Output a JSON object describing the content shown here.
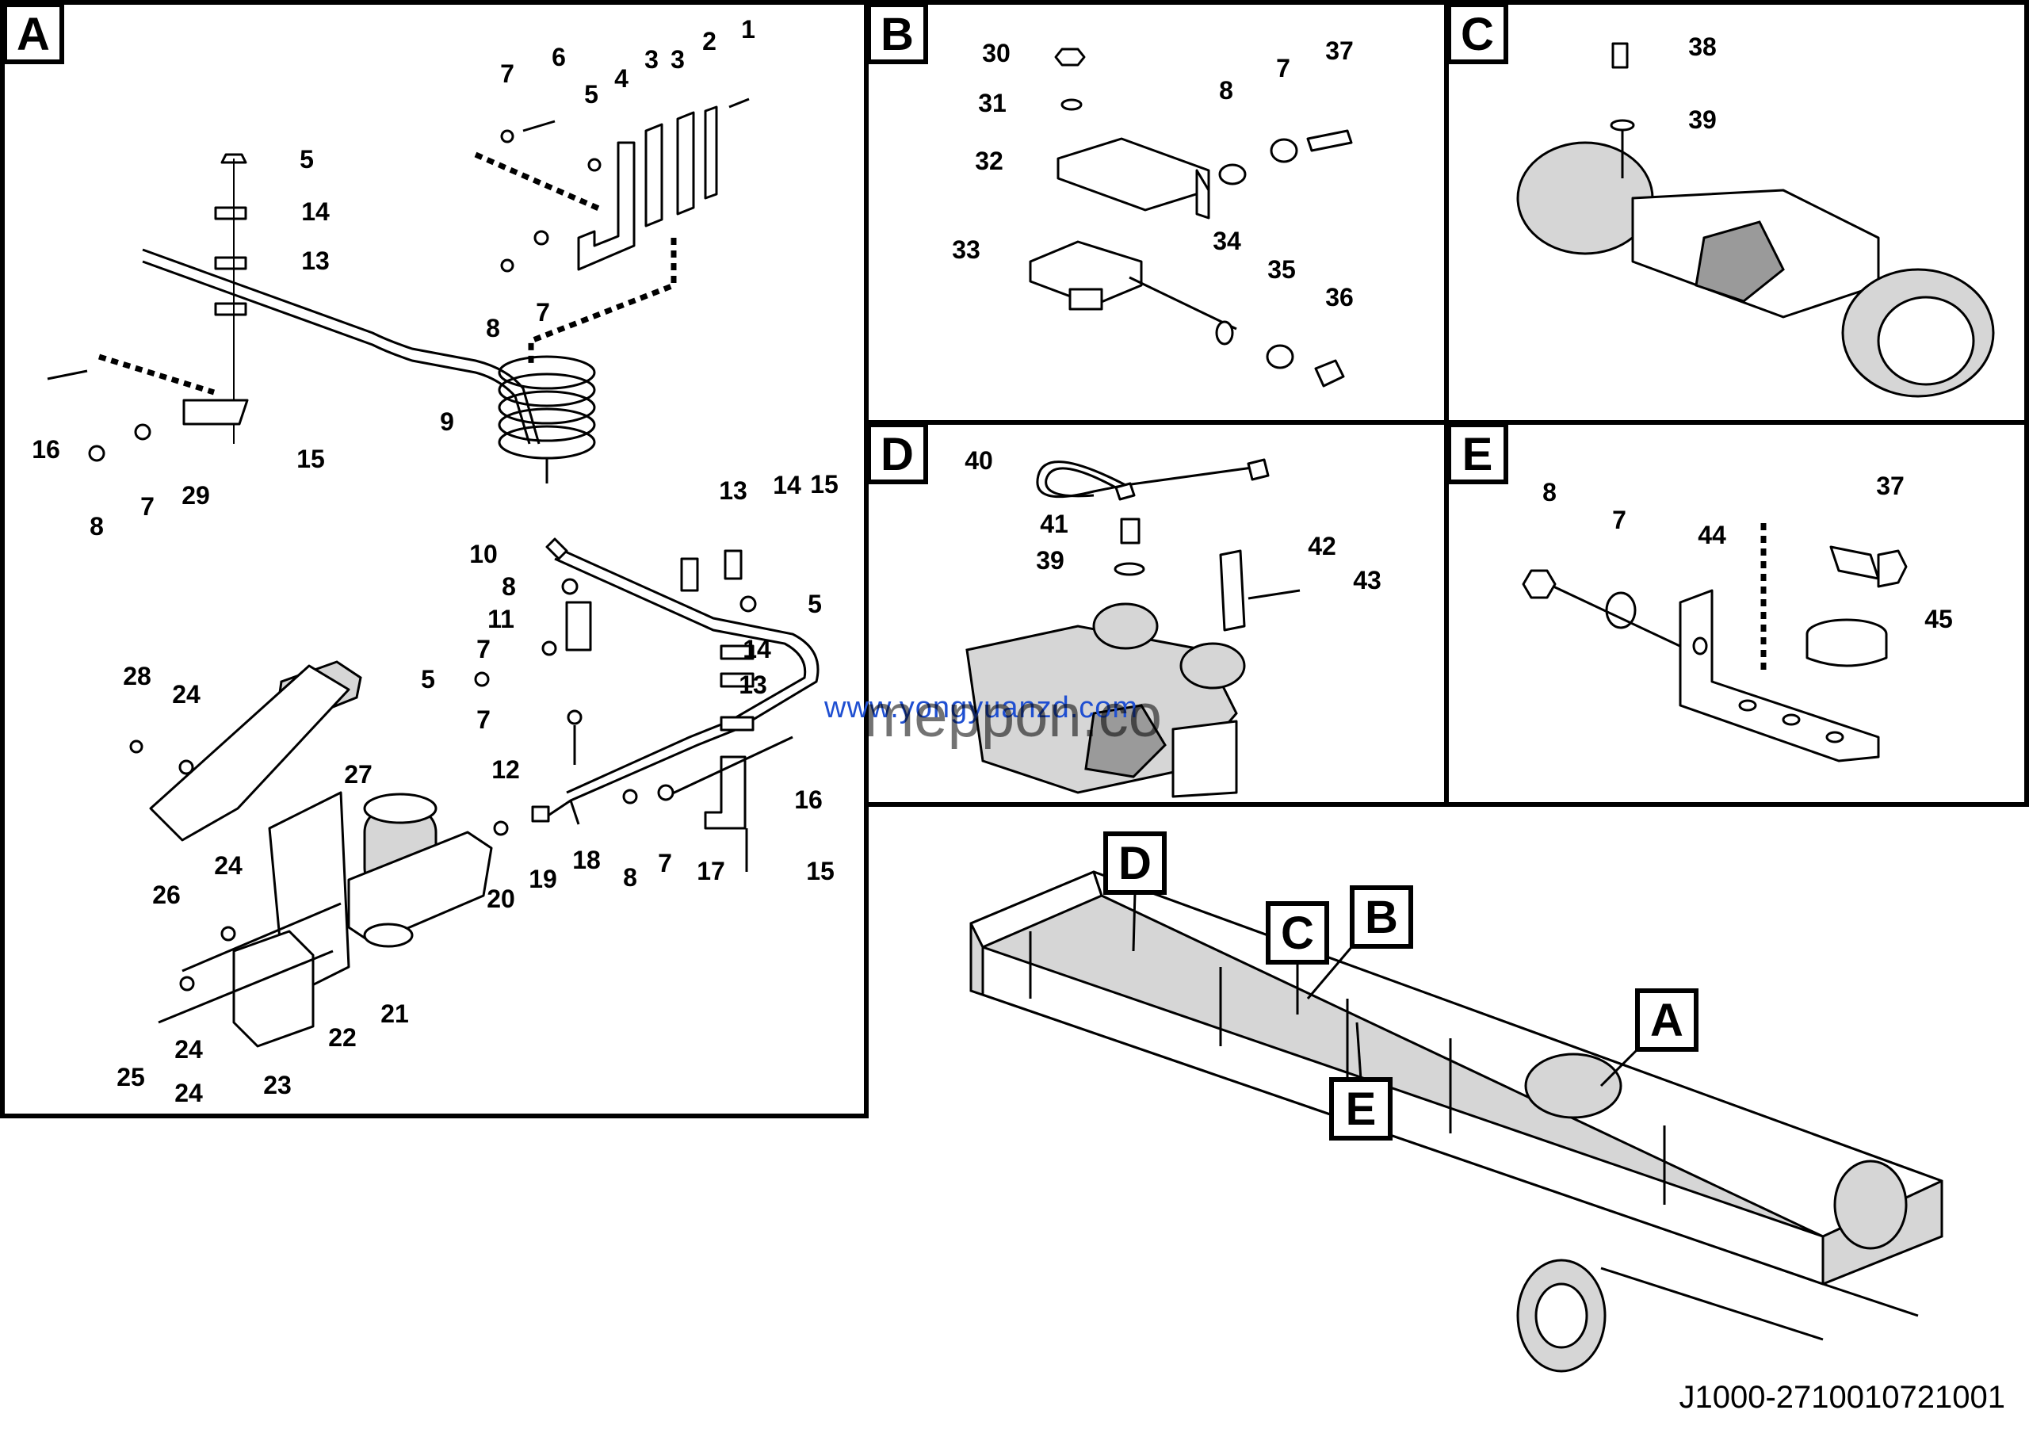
{
  "figure": {
    "drawing_code": "J1000-2710010721001",
    "watermark": "www.yongyuanzd.com",
    "watermark_logo": "meppon.co"
  },
  "panels": {
    "A": {
      "tag": "A",
      "labels": [
        "1",
        "2",
        "3",
        "3",
        "4",
        "5",
        "6",
        "7",
        "7",
        "8",
        "5",
        "14",
        "13",
        "9",
        "16",
        "8",
        "7",
        "29",
        "15",
        "10",
        "8",
        "11",
        "13",
        "14",
        "15",
        "5",
        "7",
        "5",
        "14",
        "13",
        "7",
        "12",
        "28",
        "24",
        "27",
        "19",
        "18",
        "20",
        "8",
        "7",
        "17",
        "16",
        "15",
        "26",
        "24",
        "24",
        "21",
        "22",
        "25",
        "24",
        "23"
      ]
    },
    "B": {
      "tag": "B",
      "labels": [
        "30",
        "31",
        "32",
        "8",
        "7",
        "37",
        "33",
        "34",
        "35",
        "36"
      ]
    },
    "C": {
      "tag": "C",
      "labels": [
        "38",
        "39"
      ]
    },
    "D": {
      "tag": "D",
      "labels": [
        "40",
        "41",
        "39",
        "42",
        "43"
      ]
    },
    "E": {
      "tag": "E",
      "labels": [
        "8",
        "7",
        "44",
        "37",
        "45"
      ]
    },
    "overview": {
      "callouts": [
        "D",
        "C",
        "B",
        "A",
        "E"
      ]
    }
  }
}
